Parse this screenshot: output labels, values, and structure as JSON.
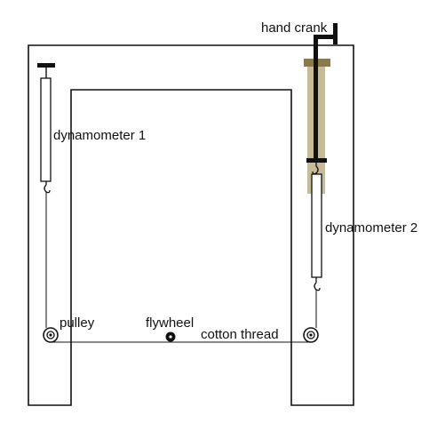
{
  "labels": {
    "hand_crank": "hand crank",
    "dynamometer_1": "dynamometer 1",
    "dynamometer_2": "dynamometer 2",
    "pulley": "pulley",
    "flywheel": "flywheel",
    "cotton_thread": "cotton thread"
  },
  "colors": {
    "line": "#111111",
    "crank_guide": "#c8bb98",
    "crank_guide_top": "#8a7a4c"
  }
}
